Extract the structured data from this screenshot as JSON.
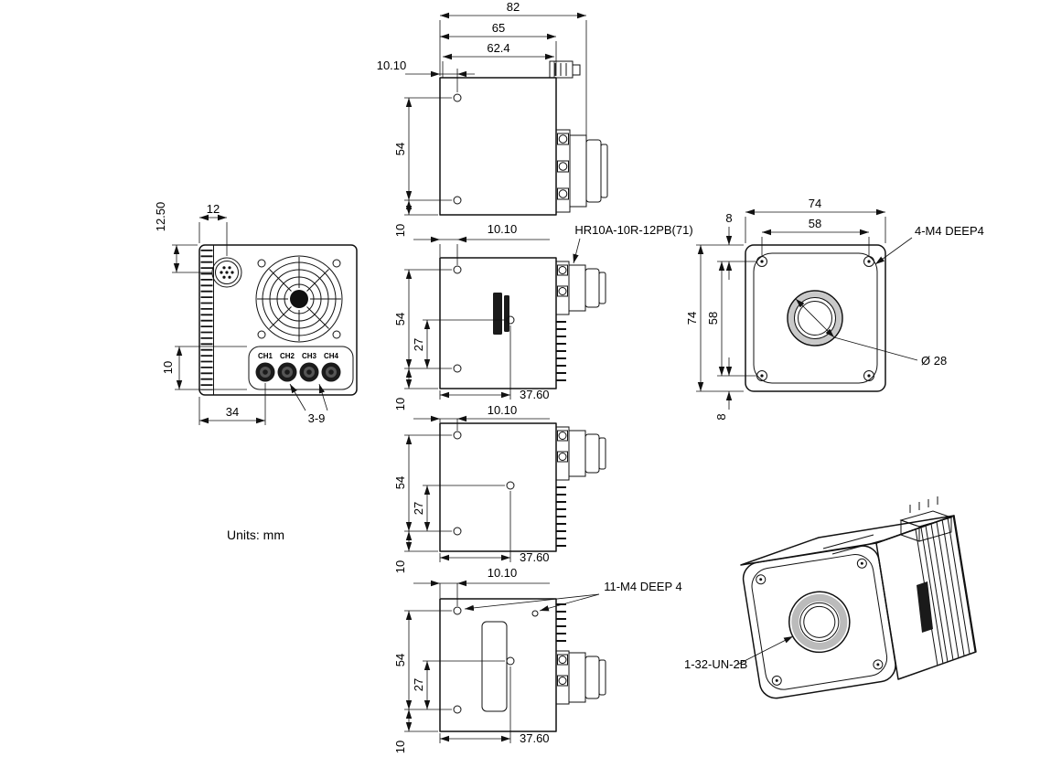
{
  "drawing": {
    "units_label": "Units: mm",
    "dims": {
      "d82": "82",
      "d65": "65",
      "d62_4": "62.4",
      "d10_10": "10.10",
      "d54": "54",
      "d10": "10",
      "d27": "27",
      "d37_60": "37.60",
      "d12_50": "12.50",
      "d12": "12",
      "d34": "34",
      "d3_9": "3-9",
      "d74": "74",
      "d58": "58",
      "d8": "8",
      "dia_28": "Ø 28"
    },
    "labels": {
      "hr_connector": "HR10A-10R-12PB(71)",
      "front_holes": "4-M4 DEEP4",
      "side_holes": "11-M4 DEEP 4",
      "lens_thread": "1-32-UN-2B"
    },
    "channels": [
      "CH1",
      "CH2",
      "CH3",
      "CH4"
    ]
  }
}
